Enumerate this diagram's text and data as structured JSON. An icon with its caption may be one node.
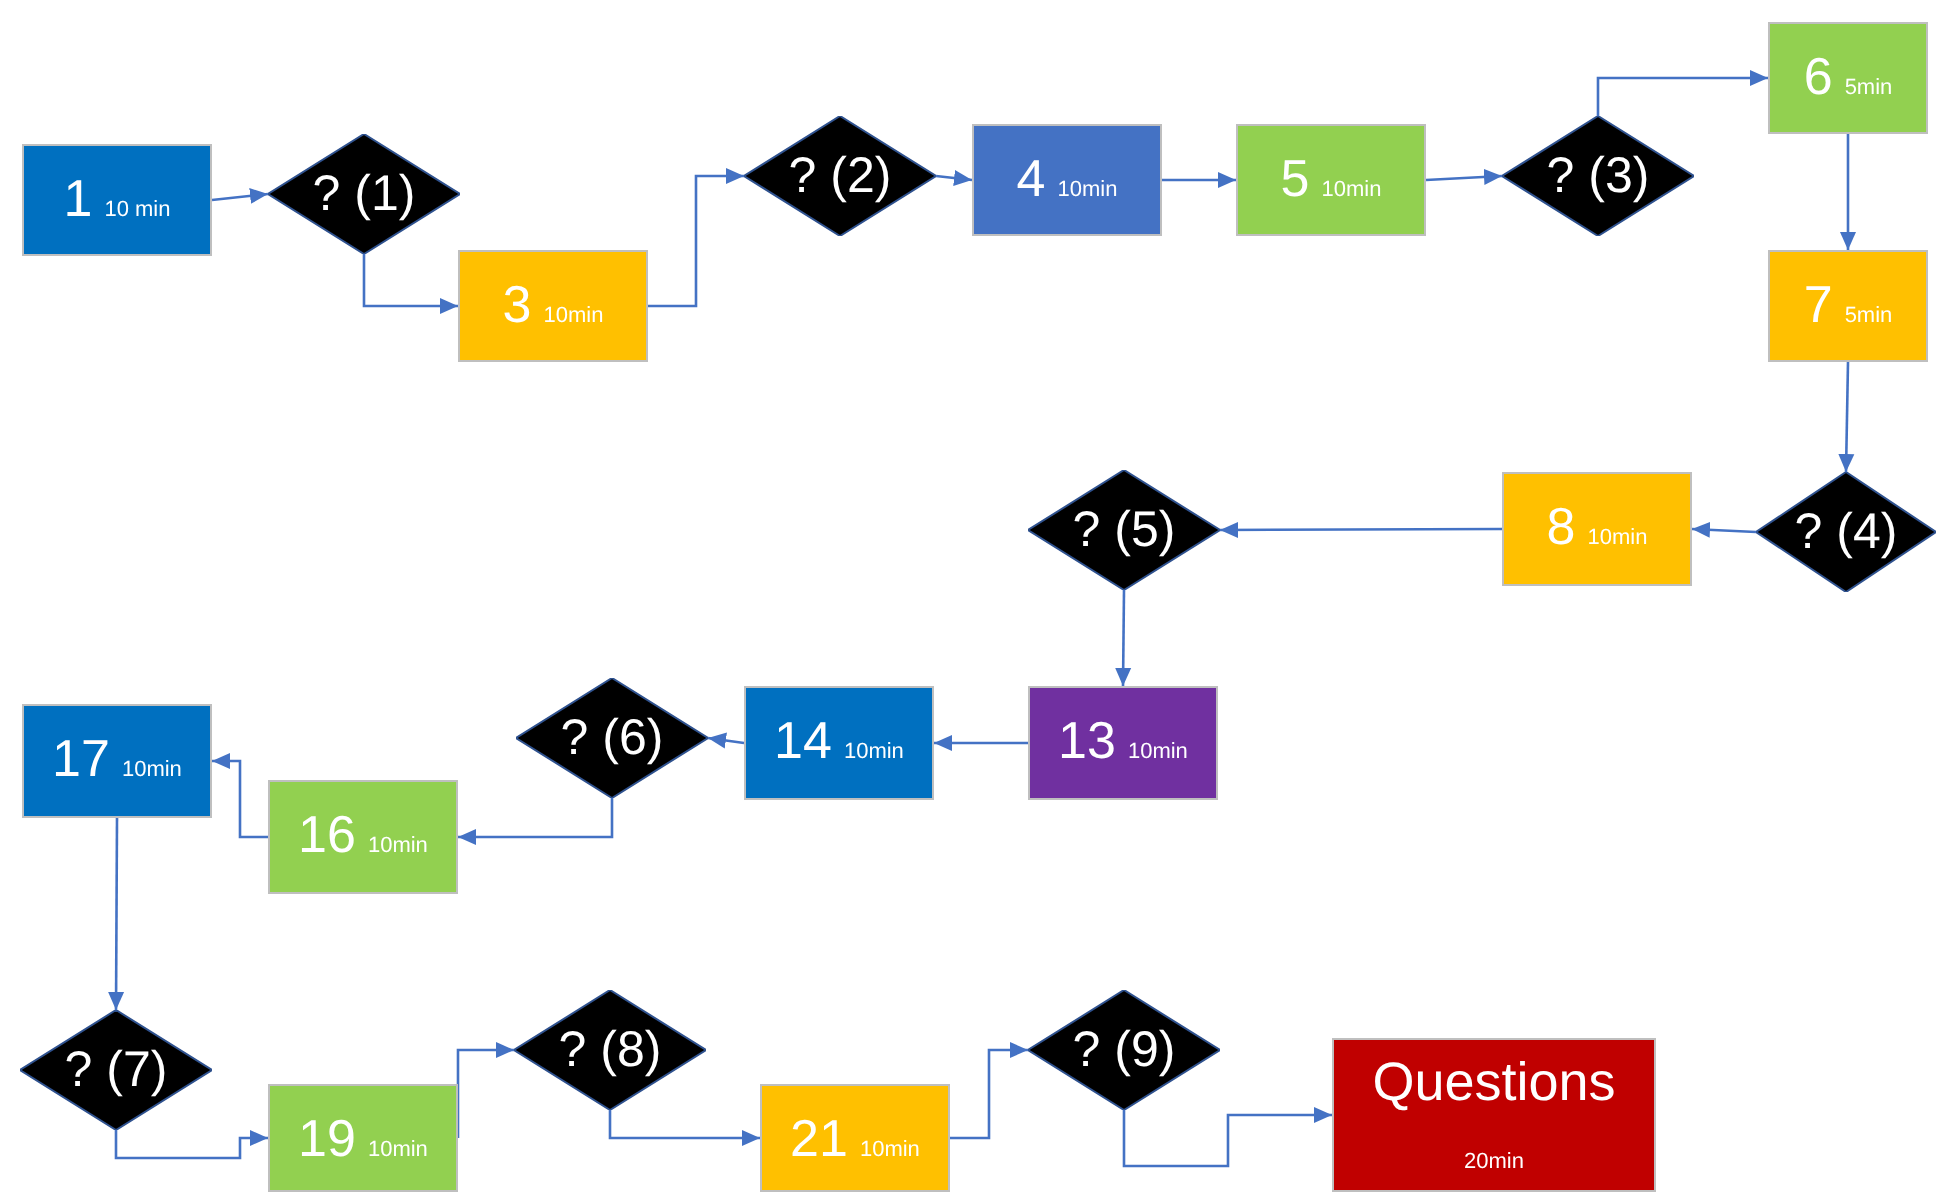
{
  "diagram": {
    "nodes": [
      {
        "text": [
          "1",
          "10 min"
        ]
      },
      {
        "text": [
          "? (1)"
        ]
      },
      {
        "text": [
          "3",
          "10min"
        ]
      },
      {
        "text": [
          "? (2)"
        ]
      },
      {
        "text": [
          "4",
          "10min"
        ]
      },
      {
        "text": [
          "5",
          "10min"
        ]
      },
      {
        "text": [
          "? (3)"
        ]
      },
      {
        "text": [
          "6",
          "5min"
        ]
      },
      {
        "text": [
          "7",
          "5min"
        ]
      },
      {
        "text": [
          "? (4)"
        ]
      },
      {
        "text": [
          "8",
          "10min"
        ]
      },
      {
        "text": [
          "? (5)"
        ]
      },
      {
        "text": [
          "13",
          "10min"
        ]
      },
      {
        "text": [
          "14",
          "10min"
        ]
      },
      {
        "text": [
          "? (6)"
        ]
      },
      {
        "text": [
          "16",
          "10min"
        ]
      },
      {
        "text": [
          "17",
          "10min"
        ]
      },
      {
        "text": [
          "? (7)"
        ]
      },
      {
        "text": [
          "19",
          "10min"
        ]
      },
      {
        "text": [
          "? (8)"
        ]
      },
      {
        "text": [
          "21",
          "10min"
        ]
      },
      {
        "text": [
          "? (9)"
        ]
      },
      {
        "text": [
          "Questions",
          "20min"
        ]
      }
    ],
    "edges": [
      {
        "from": 0,
        "to": 1,
        "arrow": "to"
      },
      {
        "from": 1,
        "to": 2,
        "arrow": "to"
      },
      {
        "from": 2,
        "to": 3,
        "arrow": "to"
      },
      {
        "from": 3,
        "to": 4,
        "arrow": "to"
      },
      {
        "from": 4,
        "to": 5,
        "arrow": "to"
      },
      {
        "from": 5,
        "to": 6,
        "arrow": "to"
      },
      {
        "from": 6,
        "to": 7,
        "arrow": "to"
      },
      {
        "from": 7,
        "to": 8,
        "arrow": "to"
      },
      {
        "from": 8,
        "to": 9,
        "arrow": "to"
      },
      {
        "from": 9,
        "to": 10,
        "arrow": "to"
      },
      {
        "from": 10,
        "to": 11,
        "arrow": "to"
      },
      {
        "from": 11,
        "to": 12,
        "arrow": "to"
      },
      {
        "from": 12,
        "to": 13,
        "arrow": "to"
      },
      {
        "from": 13,
        "to": 14,
        "arrow": "to"
      },
      {
        "from": 14,
        "to": 15,
        "arrow": "to"
      },
      {
        "from": 15,
        "to": 16,
        "arrow": "to"
      },
      {
        "from": 16,
        "to": 17,
        "arrow": "to"
      },
      {
        "from": 17,
        "to": 18,
        "arrow": "to"
      },
      {
        "from": 18,
        "to": 19,
        "arrow": "to"
      },
      {
        "from": 19,
        "to": 20,
        "arrow": "to"
      },
      {
        "from": 20,
        "to": 21,
        "arrow": "to"
      },
      {
        "from": 21,
        "to": 22,
        "arrow": "to"
      }
    ]
  }
}
